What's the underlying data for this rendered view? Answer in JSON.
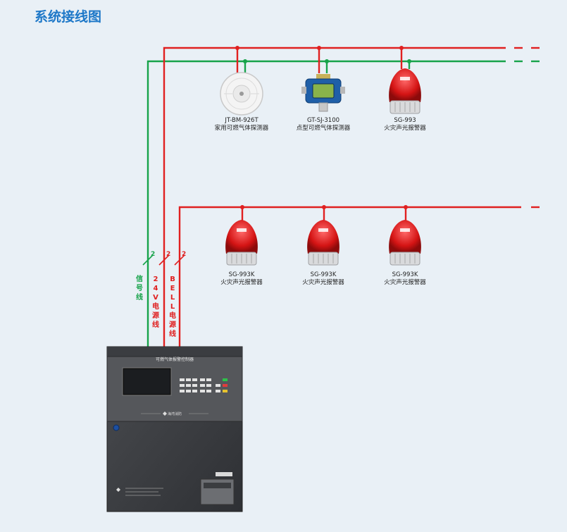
{
  "title": "系统接线图",
  "colors": {
    "signal": "#17a34a",
    "power": "#e02020",
    "accent": "#1e78c8"
  },
  "devices": [
    {
      "model": "JT-BM-926T",
      "desc": "家用可燃气体探测器",
      "icon": "home-gas-detector-icon"
    },
    {
      "model": "GT-SJ-3100",
      "desc": "点型可燃气体探测器",
      "icon": "point-gas-detector-icon"
    },
    {
      "model": "SG-993",
      "desc": "火灾声光报警器",
      "icon": "sound-light-alarm-icon"
    },
    {
      "model": "SG-993K",
      "desc": "火灾声光报警器",
      "icon": "sound-light-alarm-icon"
    },
    {
      "model": "SG-993K",
      "desc": "火灾声光报警器",
      "icon": "sound-light-alarm-icon"
    },
    {
      "model": "SG-993K",
      "desc": "火灾声光报警器",
      "icon": "sound-light-alarm-icon"
    }
  ],
  "wires": {
    "signal": {
      "label": "信号线",
      "count": "2"
    },
    "power24v": {
      "label": "24V电源线",
      "count": "2"
    },
    "bell": {
      "label": "BELL电源线",
      "count": "2"
    }
  },
  "controller": {
    "title": "可燃气体报警控制器",
    "brand": "海湾消防"
  }
}
